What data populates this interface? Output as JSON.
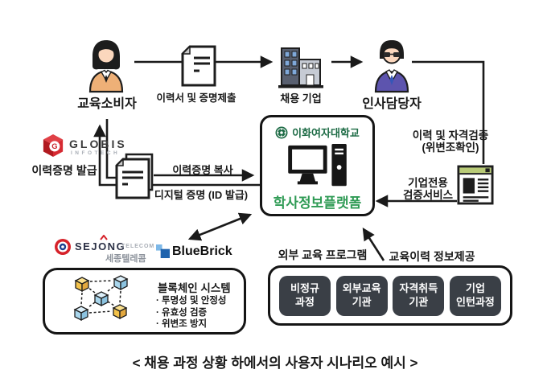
{
  "diagram": {
    "caption": "< 채용 과정 상황 하에서의 사용자 시나리오 예시 >",
    "top_flow": {
      "consumer": "교육소비자",
      "submission": "이력서 및 증명제출",
      "company": "채용 기업",
      "hr": "인사담당자"
    },
    "globis": {
      "name": "GLOBIS",
      "sub": "INFOTECH",
      "issue_label": "이력증명 발급"
    },
    "cert_flow": {
      "copy": "이력증명 복사",
      "digital": "디지털 증명 (ID 발급)"
    },
    "platform": {
      "university": "이화여자대학교",
      "name": "학사정보플랫폼"
    },
    "verify_flow": {
      "line1": "이력 및 자격검증",
      "line2": "(위변조확인)",
      "service1": "기업전용",
      "service2": "검증서비스"
    },
    "partners": {
      "sejong_en": "SEJONG",
      "sejong_telecom": "TELECOM",
      "sejong_kr": "세종텔레콤",
      "bluebrick": "BlueBrick"
    },
    "blockchain": {
      "title": "블록체인 시스템",
      "items": [
        "· 투명성 및 안정성",
        "· 유효성 검증",
        "· 위변조 방지"
      ]
    },
    "education": {
      "label_program": "외부 교육 프로그램",
      "label_provide": "교육이력 정보제공",
      "boxes": [
        {
          "line1": "비정규",
          "line2": "과정"
        },
        {
          "line1": "외부교육",
          "line2": "기관"
        },
        {
          "line1": "자격취득",
          "line2": "기관"
        },
        {
          "line1": "기업",
          "line2": "인턴과정"
        }
      ]
    },
    "colors": {
      "ewha_green": "#1d6b45",
      "platform_green": "#2f9b55",
      "dark_box": "#3a3f46",
      "globis_red": "#d62a32",
      "sejong_red": "#d6222a",
      "sejong_navy": "#2c3146",
      "bluebrick_blue": "#1f63ad",
      "browser_bar_green": "#b9cb77"
    }
  }
}
